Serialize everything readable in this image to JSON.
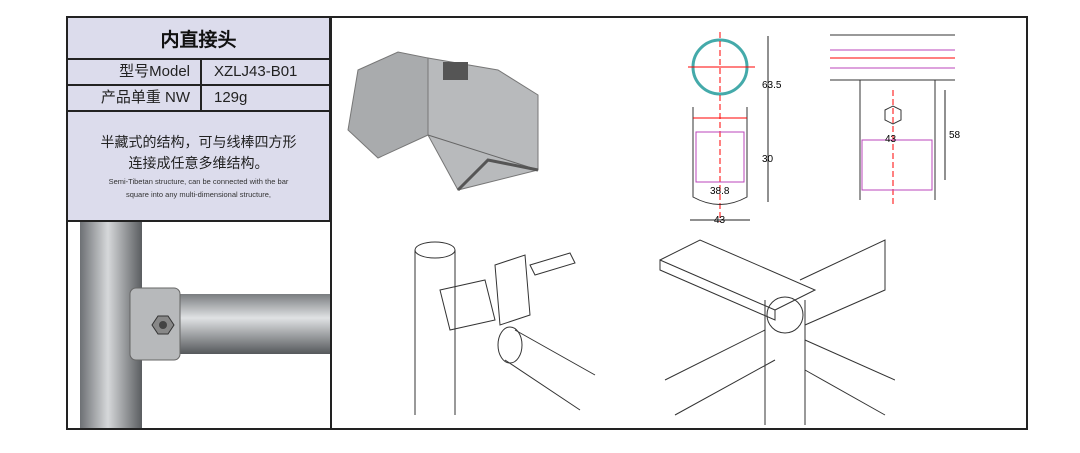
{
  "spec": {
    "title": "内直接头",
    "rows": [
      {
        "label": "型号Model",
        "value": "XZLJ43-B01"
      },
      {
        "label": "产品单重 NW",
        "value": "129g"
      }
    ],
    "desc_cn_line1": "半藏式的结构，可与线棒四方形",
    "desc_cn_line2": "连接成任意多维结构。",
    "desc_en_line1": "Semi-Tibetan structure, can be connected with the bar",
    "desc_en_line2": "square into any multi-dimensional structure,"
  },
  "drawing": {
    "dim_height": "63.5",
    "dim_lower": "30",
    "dim_inner": "38.8",
    "dim_width": "43",
    "side_width": "43",
    "side_height": "58"
  }
}
